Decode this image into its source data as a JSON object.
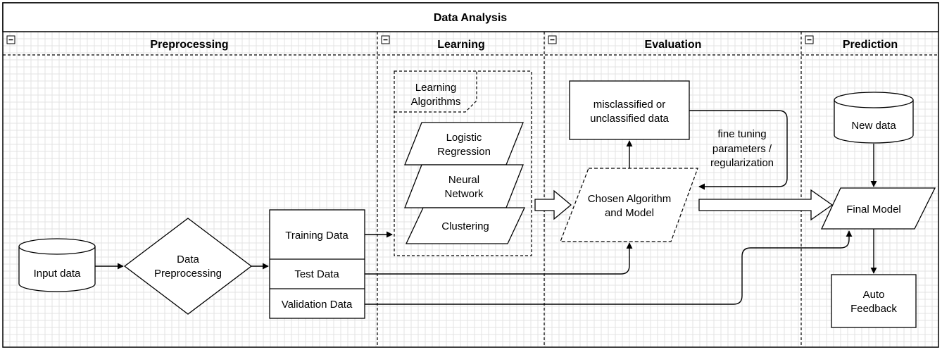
{
  "title": "Data Analysis",
  "lanes": [
    {
      "label": "Preprocessing"
    },
    {
      "label": "Learning"
    },
    {
      "label": "Evaluation"
    },
    {
      "label": "Prediction"
    }
  ],
  "preprocessing": {
    "input_data": "Input data",
    "data_preprocessing": [
      "Data",
      "Preprocessing"
    ],
    "training_data": "Training Data",
    "test_data": "Test Data",
    "validation_data": "Validation Data"
  },
  "learning": {
    "group_label": [
      "Learning",
      "Algorithms"
    ],
    "logistic": [
      "Logistic",
      "Regression"
    ],
    "neural": [
      "Neural",
      "Network"
    ],
    "clustering": "Clustering"
  },
  "evaluation": {
    "misclassified": [
      "misclassified or",
      "unclassified data"
    ],
    "fine_tuning": [
      "fine tuning",
      "parameters /",
      "regularization"
    ],
    "chosen": [
      "Chosen Algorithm",
      "and Model"
    ]
  },
  "prediction": {
    "new_data": "New data",
    "final_model": "Final Model",
    "auto_feedback": [
      "Auto",
      "Feedback"
    ]
  },
  "colors": {
    "stroke": "#000000",
    "background": "#ffffff",
    "grid": "#e3e3e3"
  },
  "icons": {
    "collapse": "minus-square-icon"
  }
}
